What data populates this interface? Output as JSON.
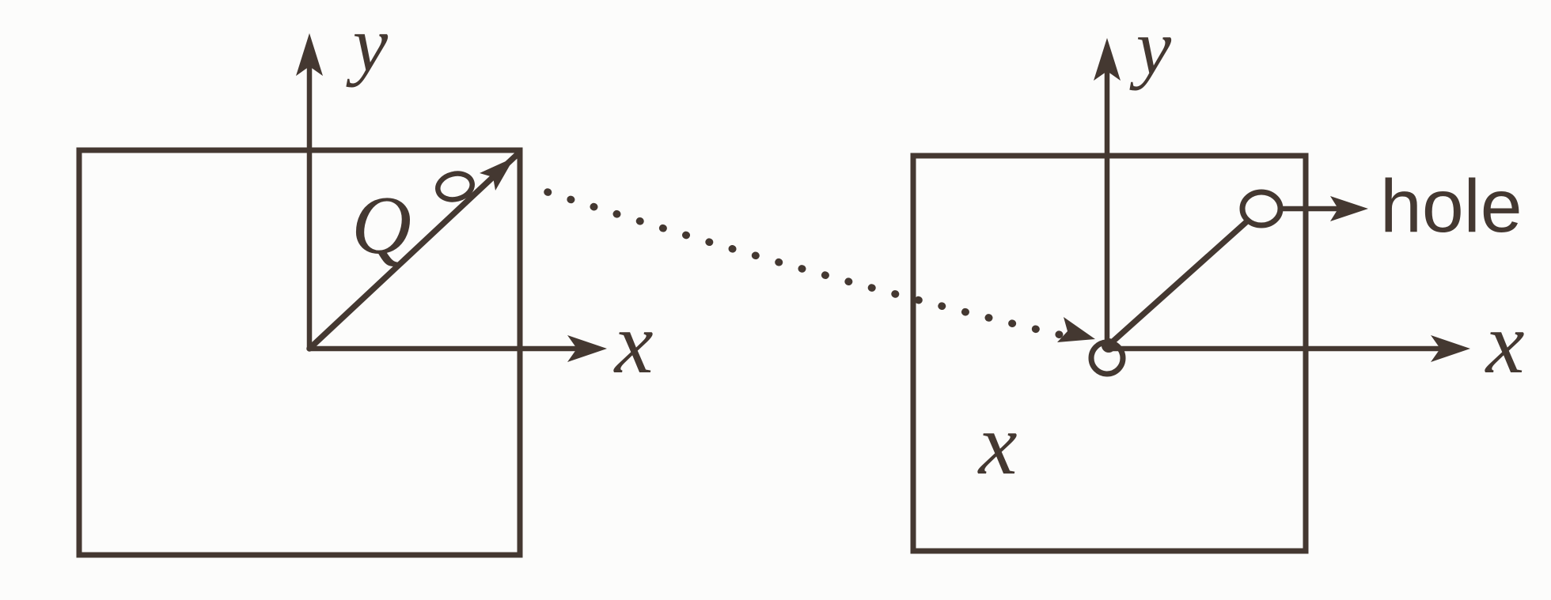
{
  "figure": {
    "background": "#fcfcfb",
    "ink": "#443831",
    "left_plate": {
      "y_axis_label": "y",
      "x_axis_label": "x",
      "charge_label": "Q"
    },
    "right_plate": {
      "y_axis_label": "y",
      "x_axis_label": "x",
      "hole_label": "hole",
      "position_label": "x"
    }
  }
}
